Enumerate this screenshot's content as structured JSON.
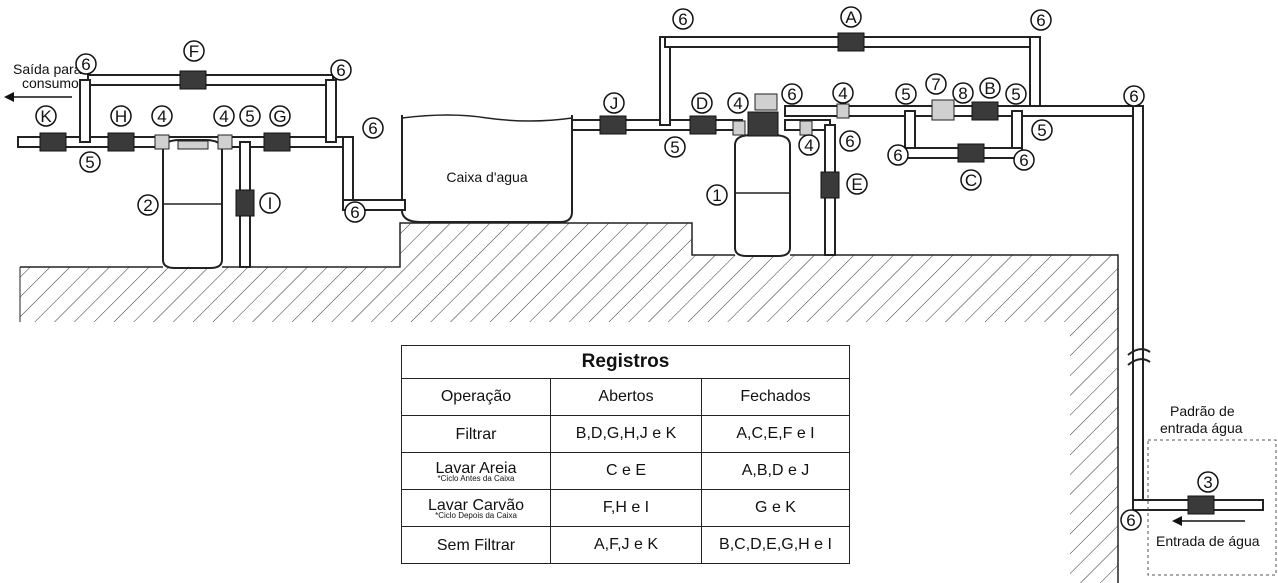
{
  "labels": {
    "outlet": [
      "Saída para",
      "consumo"
    ],
    "tank_box": "Caixa d'agua",
    "entry_standard": [
      "Padrão de",
      "entrada água"
    ],
    "water_entry": "Entrada de água"
  },
  "table": {
    "title": "Registros",
    "headers": [
      "Operação",
      "Abertos",
      "Fechados"
    ],
    "rows": [
      {
        "operation": "Filtrar",
        "note": "",
        "open": "B,D,G,H,J e K",
        "closed": "A,C,E,F e I"
      },
      {
        "operation": "Lavar Areia",
        "note": "*Ciclo Antes da Caixa",
        "open": "C e E",
        "closed": "A,B,D e J"
      },
      {
        "operation": "Lavar Carvão",
        "note": "*Ciclo Depois da Caixa",
        "open": "F,H e I",
        "closed": "G e K"
      },
      {
        "operation": "Sem Filtrar",
        "note": "",
        "open": "A,F,J  e K",
        "closed": "B,C,D,E,G,H e I"
      }
    ]
  },
  "markers": {
    "valves": [
      "A",
      "B",
      "C",
      "D",
      "E",
      "F",
      "G",
      "H",
      "I",
      "J",
      "K"
    ],
    "numbers": [
      "1",
      "2",
      "3",
      "4",
      "5",
      "6",
      "7",
      "8"
    ]
  }
}
